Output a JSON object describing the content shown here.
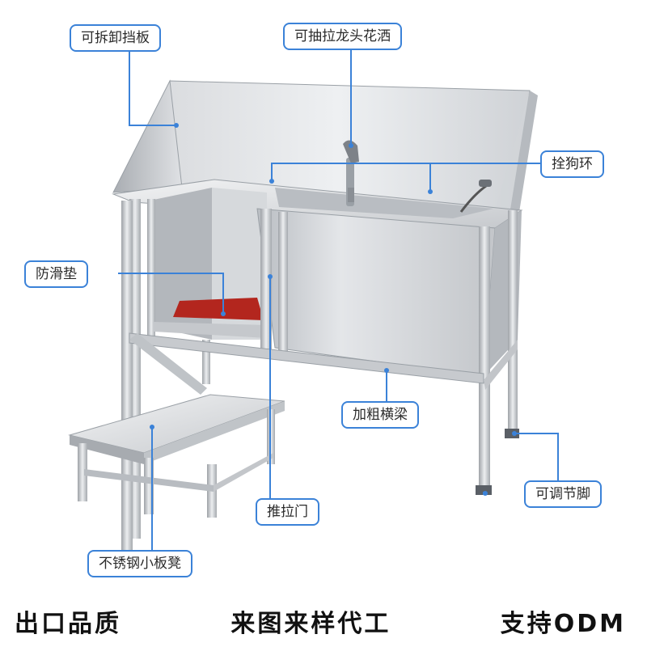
{
  "callouts": {
    "removable_panel": "可拆卸挡板",
    "pull_out_faucet": "可抽拉龙头花洒",
    "dog_tie_ring": "拴狗环",
    "anti_slip_mat": "防滑垫",
    "thick_crossbeam": "加粗横梁",
    "adjustable_feet": "可调节脚",
    "sliding_door": "推拉门",
    "stainless_stool": "不锈钢小板凳"
  },
  "footer": {
    "slogan_1": "出口品质",
    "slogan_2": "来图来样代工",
    "slogan_3": "支持ODM"
  },
  "colors": {
    "callout_border": "#3b82d8",
    "leader_line": "#3b82d8",
    "mat": "#b3261e",
    "steel": "#c9ccd0"
  }
}
